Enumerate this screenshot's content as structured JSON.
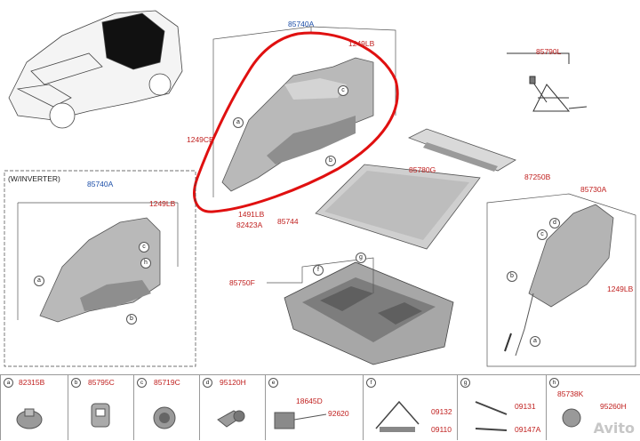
{
  "labels": {
    "top_center": "85740A",
    "upper_1249LB": "1249LB",
    "left_1249CE": "1249CE",
    "bottom_1491LB": "1491LB",
    "bottom_82423A": "82423A",
    "bottom_85744": "85744",
    "top_right": "85790L",
    "mat_label": "85780G",
    "sill_label": "87250B",
    "right_panel": "85730A",
    "right_1249LB": "1249LB",
    "tray_label": "85750F",
    "inset_title": "(W/INVERTER)",
    "inset_part": "85740A",
    "inset_1249LB": "1249LB"
  },
  "refs": [
    "a",
    "b",
    "c",
    "d",
    "f",
    "g",
    "h"
  ],
  "legend": [
    {
      "ref": "a",
      "codes": [
        "82315B"
      ]
    },
    {
      "ref": "b",
      "codes": [
        "85795C"
      ]
    },
    {
      "ref": "c",
      "codes": [
        "85719C"
      ]
    },
    {
      "ref": "d",
      "codes": [
        "95120H"
      ]
    },
    {
      "ref": "e",
      "codes": [
        "18645D",
        "92620"
      ]
    },
    {
      "ref": "f",
      "codes": [
        "09132",
        "09110"
      ]
    },
    {
      "ref": "g",
      "codes": [
        "09131",
        "09147A"
      ]
    },
    {
      "ref": "h",
      "codes": [
        "85738K",
        "95260H"
      ]
    }
  ],
  "watermark": "Avito",
  "colors": {
    "highlight": "#e01010",
    "label_red": "#c0201f",
    "label_blue": "#1c4ea8"
  }
}
